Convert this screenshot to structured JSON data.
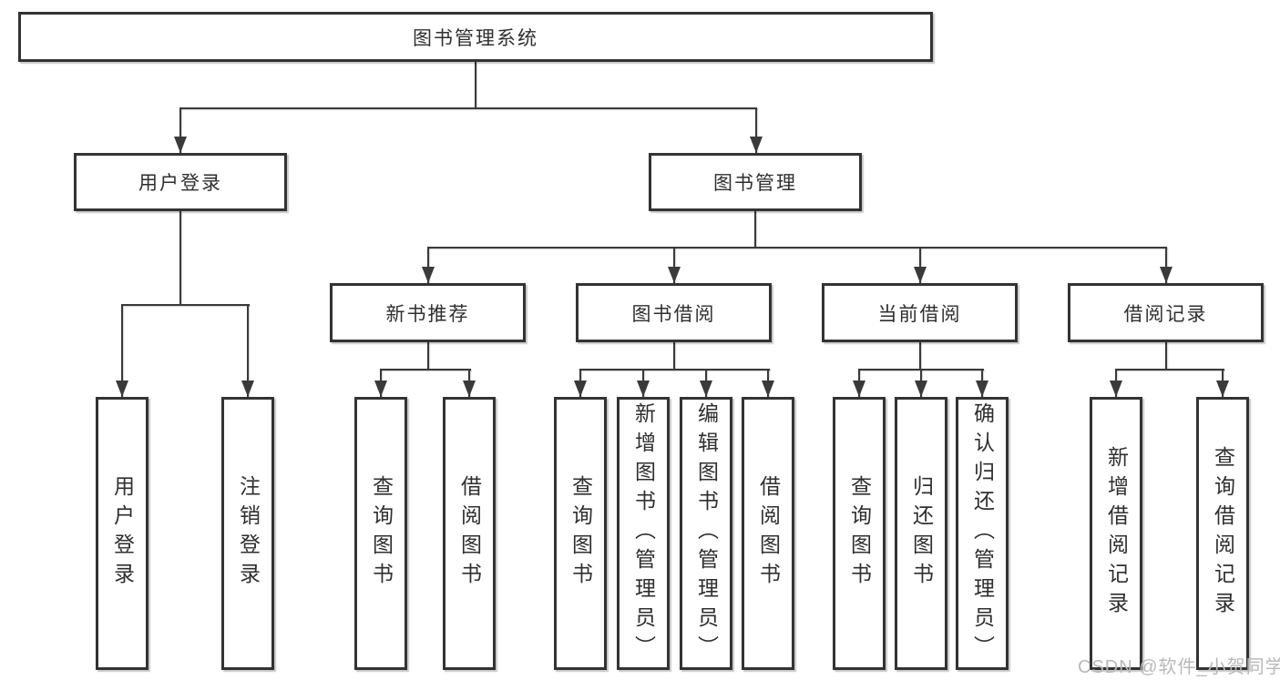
{
  "tree": {
    "root": {
      "label": "图书管理系统"
    },
    "user_branch": {
      "label": "用户登录",
      "children": [
        "用户登录",
        "注销登录"
      ]
    },
    "book_branch": {
      "label": "图书管理",
      "sections": [
        {
          "label": "新书推荐",
          "children": [
            "查询图书",
            "借阅图书"
          ]
        },
        {
          "label": "图书借阅",
          "children": [
            "查询图书",
            "新增图书（管理员）",
            "编辑图书（管理员）",
            "借阅图书"
          ]
        },
        {
          "label": "当前借阅",
          "children": [
            "查询图书",
            "归还图书",
            "确认归还（管理员）"
          ]
        },
        {
          "label": "借阅记录",
          "children": [
            "新增借阅记录",
            "查询借阅记录"
          ]
        }
      ]
    }
  },
  "watermark": "CSDN @软件_小贺同学",
  "colors": {
    "line": "#3a3a3a",
    "box_border": "#333333",
    "box_fill": "#ffffff",
    "text": "#2f2f2f",
    "background": "#ffffff",
    "watermark": "#b9b9b9"
  }
}
